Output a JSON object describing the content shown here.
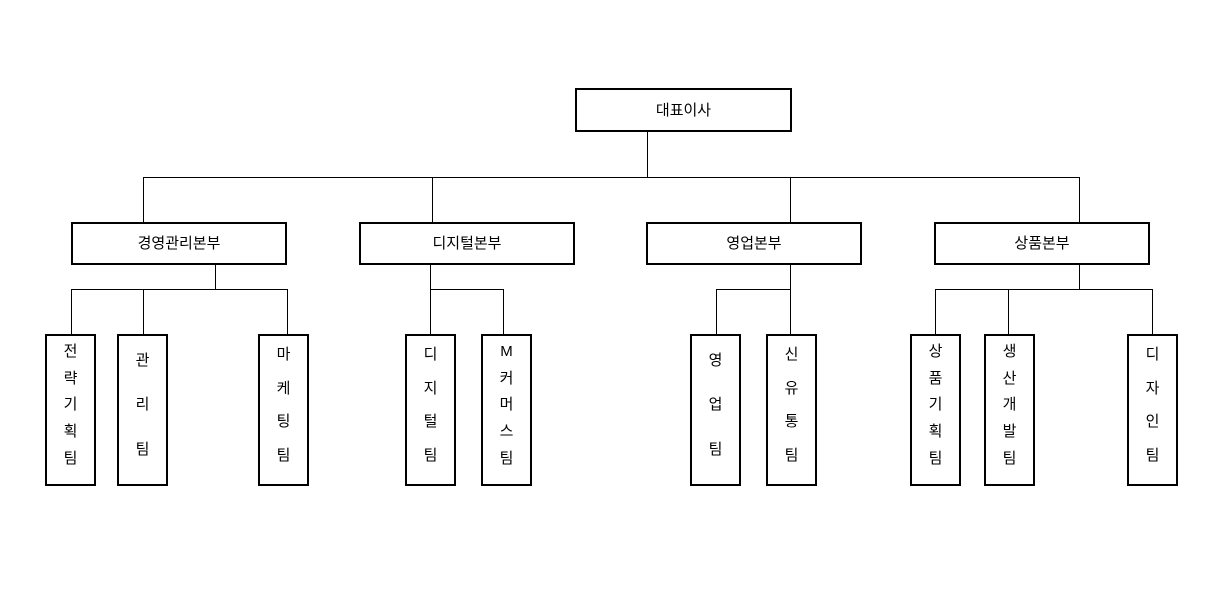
{
  "colors": {
    "background": "#ffffff",
    "line": "#000000",
    "box_border": "#000000",
    "text": "#000000"
  },
  "org": {
    "root": {
      "label": "대표이사"
    },
    "divisions": [
      {
        "label": "경영관리본부",
        "teams": [
          {
            "label": "전략기획팀",
            "chars": [
              "전",
              "략",
              "기",
              "획",
              "팀"
            ]
          },
          {
            "label": "관리팀",
            "chars": [
              "관",
              "리",
              "팀"
            ]
          },
          {
            "label": "마케팅팀",
            "chars": [
              "마",
              "케",
              "팅",
              "팀"
            ]
          }
        ]
      },
      {
        "label": "디지털본부",
        "teams": [
          {
            "label": "디지털팀",
            "chars": [
              "디",
              "지",
              "털",
              "팀"
            ]
          },
          {
            "label": "M커머스팀",
            "chars": [
              "M",
              "커",
              "머",
              "스",
              "팀"
            ]
          }
        ]
      },
      {
        "label": "영업본부",
        "teams": [
          {
            "label": "영업팀",
            "chars": [
              "영",
              "업",
              "팀"
            ]
          },
          {
            "label": "신유통팀",
            "chars": [
              "신",
              "유",
              "통",
              "팀"
            ]
          }
        ]
      },
      {
        "label": "상품본부",
        "teams": [
          {
            "label": "상품기획팀",
            "chars": [
              "상",
              "품",
              "기",
              "획",
              "팀"
            ]
          },
          {
            "label": "생산개발팀",
            "chars": [
              "생",
              "산",
              "개",
              "발",
              "팀"
            ]
          },
          {
            "label": "디자인팀",
            "chars": [
              "디",
              "자",
              "인",
              "팀"
            ]
          }
        ]
      }
    ]
  }
}
